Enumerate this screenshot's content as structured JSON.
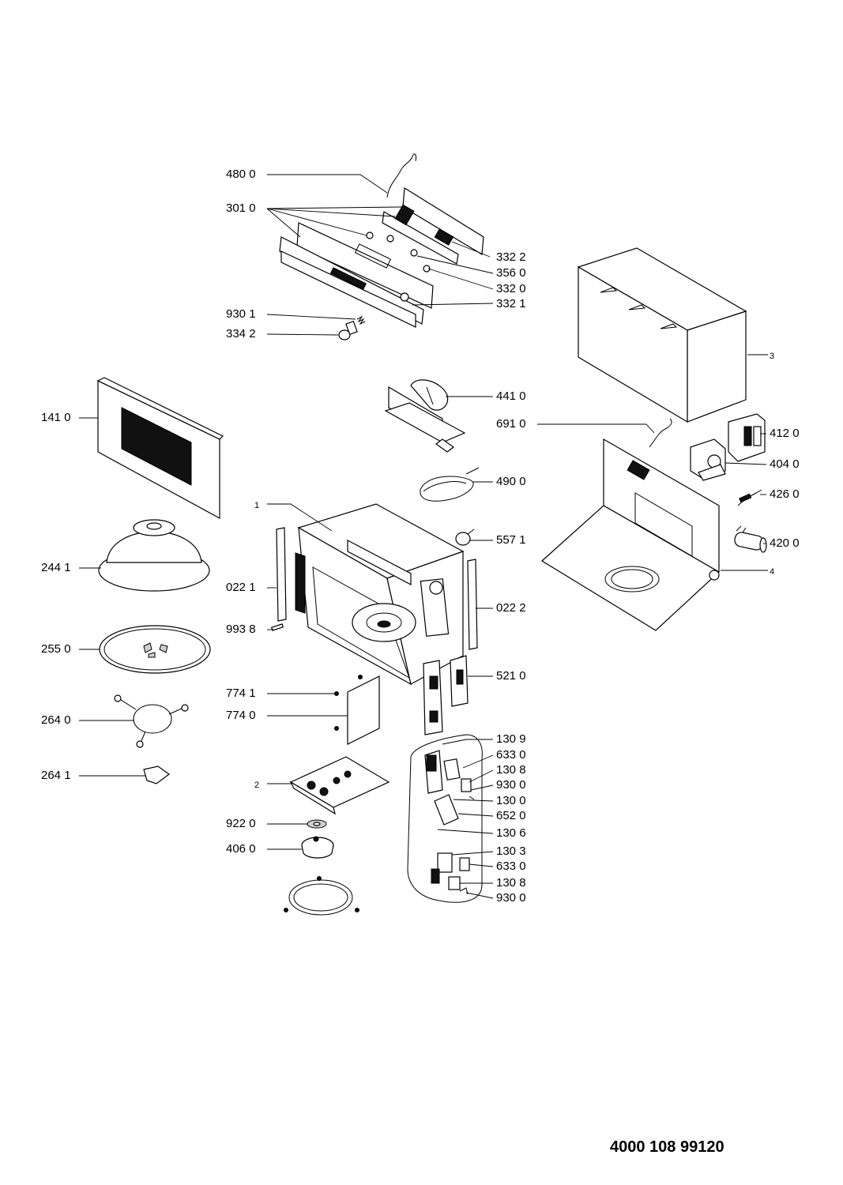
{
  "document_number": "4000 108 99120",
  "callouts": [
    {
      "id": "c480",
      "text": "480 0"
    },
    {
      "id": "c301",
      "text": "301 0"
    },
    {
      "id": "c3322",
      "text": "332 2"
    },
    {
      "id": "c3560",
      "text": "356 0"
    },
    {
      "id": "c3320",
      "text": "332 0"
    },
    {
      "id": "c3321",
      "text": "332 1"
    },
    {
      "id": "c9301",
      "text": "930 1"
    },
    {
      "id": "c3342",
      "text": "334 2"
    },
    {
      "id": "c3",
      "text": "3"
    },
    {
      "id": "c4410",
      "text": "441 0"
    },
    {
      "id": "c1410",
      "text": "141 0"
    },
    {
      "id": "c6910",
      "text": "691 0"
    },
    {
      "id": "c4120",
      "text": "412 0"
    },
    {
      "id": "c4040",
      "text": "404 0"
    },
    {
      "id": "c4900",
      "text": "490 0"
    },
    {
      "id": "c4260",
      "text": "426 0"
    },
    {
      "id": "c1",
      "text": "1"
    },
    {
      "id": "c5571",
      "text": "557 1"
    },
    {
      "id": "c4200",
      "text": "420 0"
    },
    {
      "id": "c2441",
      "text": "244 1"
    },
    {
      "id": "c0221",
      "text": "022 1"
    },
    {
      "id": "c0222",
      "text": "022 2"
    },
    {
      "id": "c4",
      "text": "4"
    },
    {
      "id": "c9938",
      "text": "993 8"
    },
    {
      "id": "c2550",
      "text": "255 0"
    },
    {
      "id": "c5210",
      "text": "521 0"
    },
    {
      "id": "c7741",
      "text": "774 1"
    },
    {
      "id": "c7740",
      "text": "774 0"
    },
    {
      "id": "c2640",
      "text": "264 0"
    },
    {
      "id": "c1309",
      "text": "130 9"
    },
    {
      "id": "c6330a",
      "text": "633 0"
    },
    {
      "id": "c2641",
      "text": "264 1"
    },
    {
      "id": "c1308a",
      "text": "130 8"
    },
    {
      "id": "c2",
      "text": "2"
    },
    {
      "id": "c9300a",
      "text": "930 0"
    },
    {
      "id": "c1300",
      "text": "130 0"
    },
    {
      "id": "c6520",
      "text": "652 0"
    },
    {
      "id": "c9220",
      "text": "922 0"
    },
    {
      "id": "c1306",
      "text": "130 6"
    },
    {
      "id": "c4060",
      "text": "406 0"
    },
    {
      "id": "c1303",
      "text": "130 3"
    },
    {
      "id": "c6330b",
      "text": "633 0"
    },
    {
      "id": "c1308b",
      "text": "130 8"
    },
    {
      "id": "c9300b",
      "text": "930 0"
    }
  ]
}
